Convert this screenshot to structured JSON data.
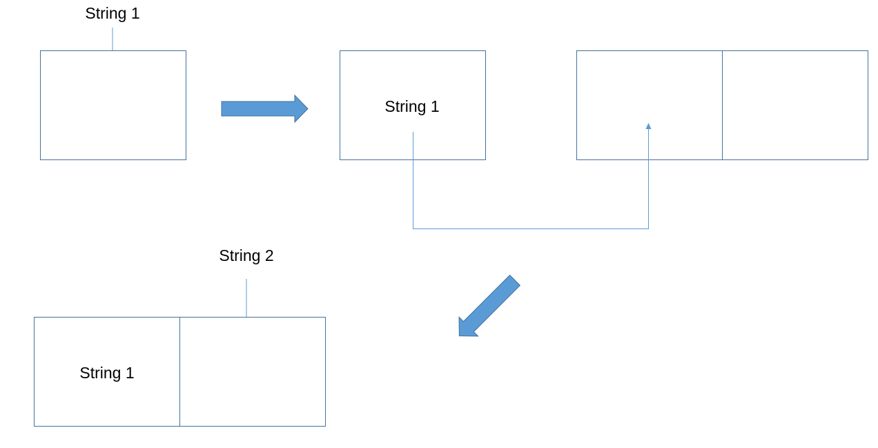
{
  "labels": {
    "step1_input_string": "String 1",
    "step2_stored_string": "String 1",
    "step4_input_string": "String 2",
    "step4_stored_string": "String 1"
  },
  "colors": {
    "box_stroke": "#41719c",
    "line": "#5b9bd5",
    "block_arrow_fill": "#5b9bd5",
    "text": "#000000",
    "background": "#ffffff"
  }
}
